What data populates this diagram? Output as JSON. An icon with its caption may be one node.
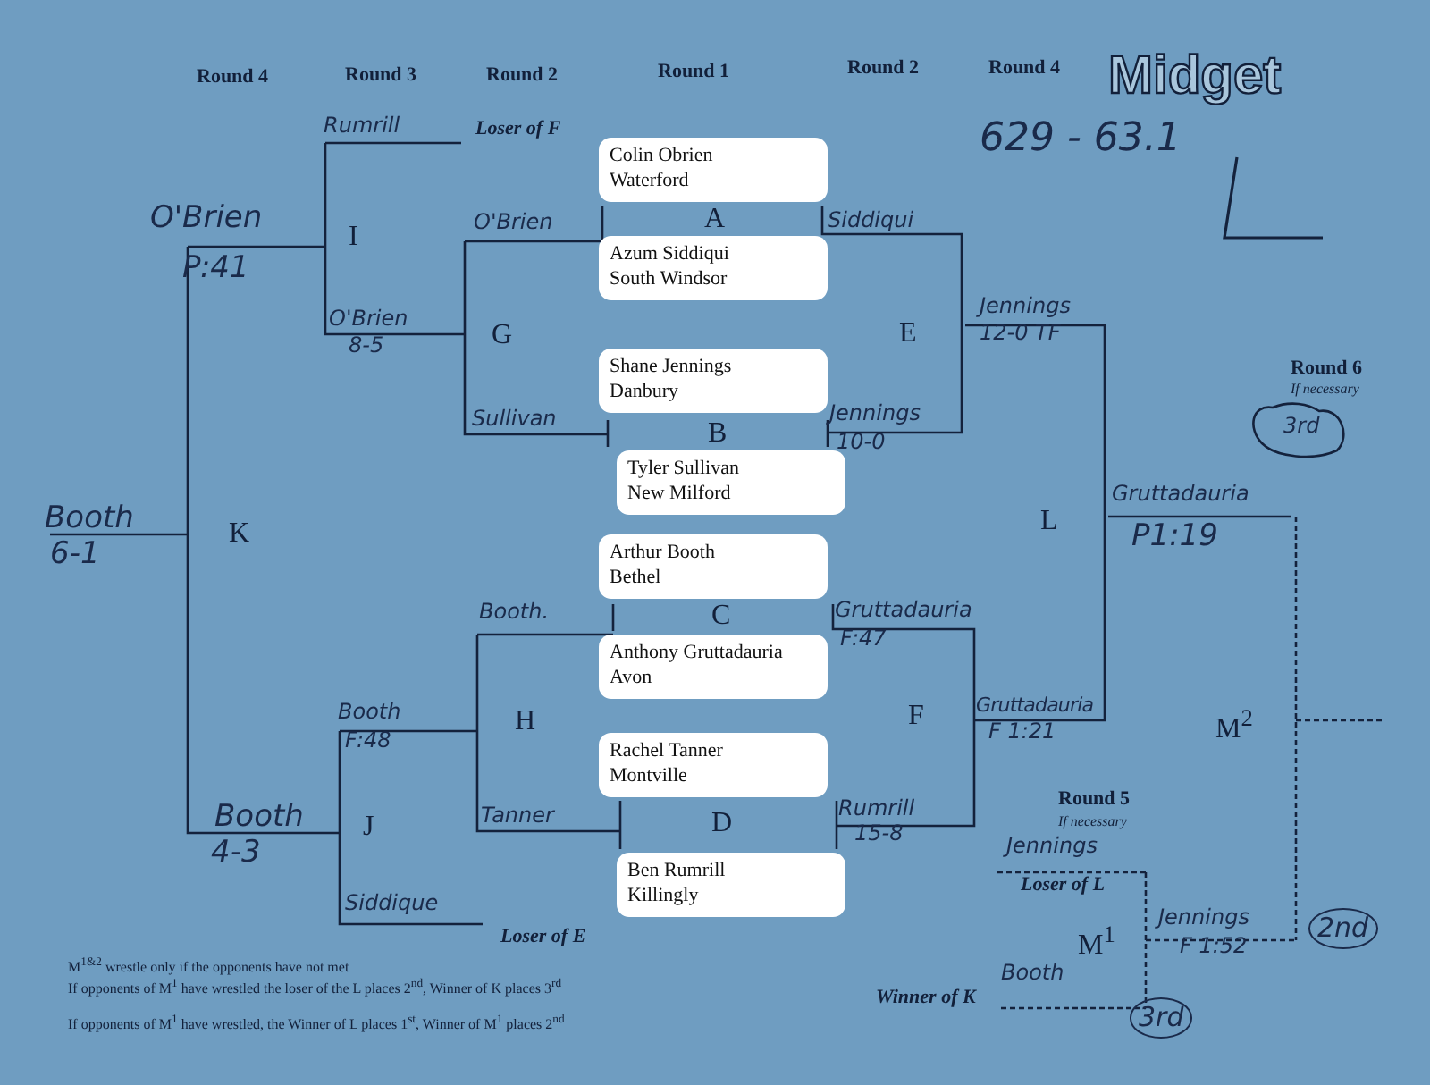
{
  "diagram": {
    "title": "Midget",
    "nodes": [
      {
        "text": [
          "Colin Obrien",
          "Waterford"
        ]
      },
      {
        "text": [
          "Azum Siddiqui",
          "South Windsor"
        ]
      },
      {
        "text": [
          "Shane Jennings",
          "Danbury"
        ]
      },
      {
        "text": [
          "Tyler Sullivan",
          "New Milford"
        ]
      },
      {
        "text": [
          "Arthur Booth",
          "Bethel"
        ]
      },
      {
        "text": [
          "Anthony Gruttadauria",
          "Avon"
        ]
      },
      {
        "text": [
          "Rachel Tanner",
          "Montville"
        ]
      },
      {
        "text": [
          "Ben Rumrill",
          "Killingly"
        ]
      }
    ],
    "labels": [
      "Round 4",
      "Round 3",
      "Round 2",
      "Round 1",
      "Round 2",
      "Round 4",
      "629 - 63.1",
      "Rumrill",
      "Loser of F",
      "O'Brien",
      "P:41",
      "I",
      "O'Brien",
      "A",
      "Siddiqui",
      "O'Brien",
      "8-5",
      "G",
      "E",
      "Jennings",
      "12-0 TF",
      "Round 6",
      "If necessary",
      "3rd",
      "Sullivan",
      "B",
      "Jennings",
      "10-0",
      "Booth",
      "6-1",
      "K",
      "L",
      "Gruttadauria",
      "P1:19",
      "Booth.",
      "C",
      "Gruttadauria",
      "F:47",
      "H",
      "F",
      "Gruttadauria",
      "F 1:21",
      "M$^{2}$",
      "Booth",
      "F:48",
      "Round 5",
      "If necessary",
      "Booth",
      "4-3",
      "J",
      "Tanner",
      "D",
      "Rumrill",
      "15-8",
      "Jennings",
      "Loser of L",
      "Siddique",
      "Loser of E",
      "M$^{1}$",
      "Jennings",
      "F 1:52",
      "2nd",
      "M$^{1&2}$ wrestle only if the opponents have not met",
      "If opponents of M$^{1}$ have wrestled the loser of the L places 2$^{nd}$, Winner of K places 3$^{rd}$",
      "If opponents of M$^{1}$ have wrestled, the Winner of L places 1$^{st}$, Winner of M$^{1}$ places 2$^{nd}$",
      "Winner of K",
      "Booth",
      "3rd"
    ]
  }
}
